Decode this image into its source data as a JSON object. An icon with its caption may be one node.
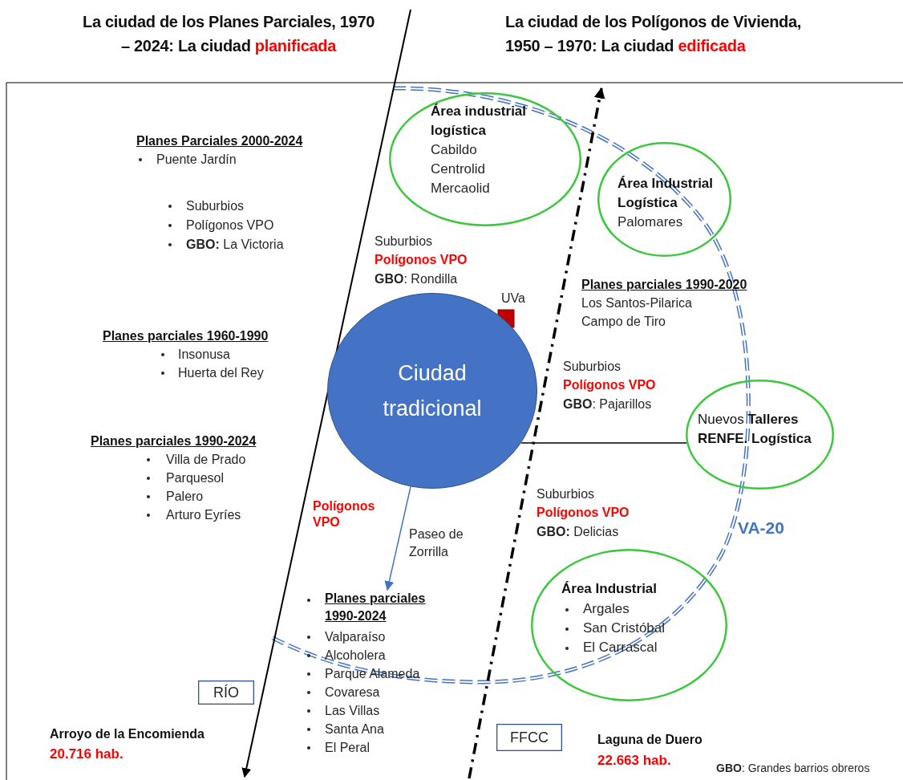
{
  "diagram": {
    "nodes": [
      {
        "text": [
          "Ciudad tradicional"
        ]
      },
      {
        "text": [
          "Área industrial logística",
          "Cabildo",
          "Centrolid",
          "Mercaolid"
        ]
      },
      {
        "text": [
          "Área Industrial Logística",
          "Palomares"
        ]
      },
      {
        "text": [
          "Nuevos **Talleres RENFE. Logística**"
        ]
      },
      {
        "text": [
          "Área Industrial",
          "Argales",
          "San Cristóbal",
          "El Carrascal"
        ]
      },
      {
        "text": [
          "RÍO"
        ]
      },
      {
        "text": [
          "FFCC"
        ]
      },
      {
        "text": [
          "Planes parciales 1990-2024"
        ]
      }
    ],
    "edges": [
      {
        "from": 0,
        "to": 7,
        "arrow": "to",
        "label": "Paseo de Zorrilla",
        "color": "#4472c4"
      },
      {
        "from": 0,
        "to": 3,
        "arrow": "none",
        "color": "#000000"
      }
    ],
    "labels": [
      "La ciudad de los Planes Parciales, 1970 – 2024: La ciudad **planificada**",
      "La ciudad de los Polígonos de Vivienda, 1950 – 1970: La ciudad **edificada**",
      "Planes Parciales 2000-2024",
      "Puente Jardín",
      "Suburbios",
      "Polígonos VPO",
      "**GBO:** La Victoria",
      "Suburbios",
      "Polígonos VPO",
      "**GBO**: Rondilla",
      "UVa",
      "Planes parciales 1990-2020",
      "Los Santos-Pilarica",
      "Campo de Tiro",
      "Planes parciales 1960-1990",
      "Insonusa",
      "Huerta del Rey",
      "Suburbios",
      "Polígonos VPO",
      "**GBO**: Pajarillos",
      "Planes parciales 1990-2024",
      "Villa de Prado",
      "Parquesol",
      "Palero",
      "Arturo Eyríes",
      "Polígonos VPO",
      "Suburbios",
      "Polígonos VPO",
      "**GBO:** Delicias",
      "VA-20",
      "Valparaíso",
      "Alcoholera",
      "Parque Alameda",
      "Covaresa",
      "Las Villas",
      "Santa Ana",
      "El Peral",
      "Arroyo de la Encomienda",
      "20.716 hab.",
      "Laguna de Duero",
      "22.663 hab.",
      "**GBO**: Grandes barrios obreros"
    ]
  }
}
